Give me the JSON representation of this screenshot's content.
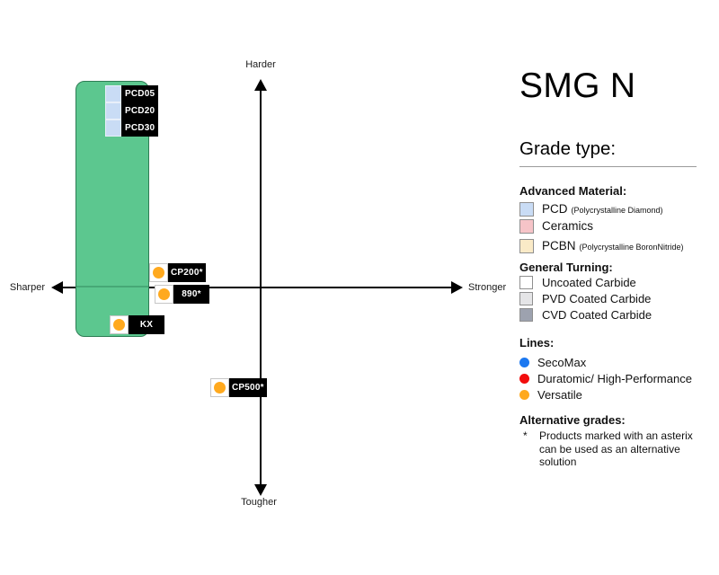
{
  "axis": {
    "top": "Harder",
    "bottom": "Tougher",
    "left": "Sharper",
    "right": "Stronger"
  },
  "grades": {
    "pcd": [
      {
        "label": "PCD05"
      },
      {
        "label": "PCD20"
      },
      {
        "label": "PCD30"
      }
    ],
    "points": [
      {
        "label": "CP200*",
        "line": "Versatile"
      },
      {
        "label": "890*",
        "line": "Versatile"
      },
      {
        "label": "KX",
        "line": "Versatile"
      },
      {
        "label": "CP500*",
        "line": "Versatile"
      }
    ]
  },
  "side_panel": {
    "title": "SMG N",
    "heading": "Grade type:",
    "advanced": {
      "header": "Advanced Material:",
      "items": [
        {
          "label": "PCD",
          "sublabel": "(Polycrystalline Diamond)",
          "color": "#C9DCF5"
        },
        {
          "label": "Ceramics",
          "sublabel": "",
          "color": "#F6C4C8"
        },
        {
          "label": "PCBN",
          "sublabel": "(Polycrystalline BoronNitride)",
          "color": "#FAEAC7"
        }
      ]
    },
    "general": {
      "header": "General Turning:",
      "items": [
        {
          "label": "Uncoated Carbide",
          "color": "#FFFFFF"
        },
        {
          "label": "PVD Coated Carbide",
          "color": "#E5E5E7"
        },
        {
          "label": "CVD Coated Carbide",
          "color": "#9DA2AF"
        }
      ]
    },
    "lines": {
      "header": "Lines:",
      "items": [
        {
          "label": "SecoMax",
          "color": "#1C78F0"
        },
        {
          "label": "Duratomic/ High-Performance",
          "color": "#F20D0D"
        },
        {
          "label": "Versatile",
          "color": "#FFA91E"
        }
      ]
    },
    "alternative": {
      "header": "Alternative grades:",
      "bullet": "*",
      "text": "Products marked with an asterix can be used as an alternative solution"
    }
  },
  "colors": {
    "region": "#5CC78F",
    "region_border": "#2E7D54",
    "grade_label_bg": "#000000",
    "grade_label_text": "#FFFFFF",
    "versatile_dot": "#FFA91E"
  },
  "chart_data": {
    "type": "scatter",
    "title": "SMG N",
    "x_axis": {
      "left_label": "Sharper",
      "right_label": "Stronger"
    },
    "y_axis": {
      "top_label": "Harder",
      "bottom_label": "Tougher"
    },
    "axis_range": {
      "x": [
        -1,
        1
      ],
      "y": [
        -1,
        1
      ]
    },
    "points": [
      {
        "label": "PCD05",
        "grade_type": "PCD (Polycrystalline Diamond)",
        "x": -0.71,
        "y": 0.93
      },
      {
        "label": "PCD20",
        "grade_type": "PCD (Polycrystalline Diamond)",
        "x": -0.71,
        "y": 0.84
      },
      {
        "label": "PCD30",
        "grade_type": "PCD (Polycrystalline Diamond)",
        "x": -0.71,
        "y": 0.76
      },
      {
        "label": "CP200*",
        "line": "Versatile",
        "x": -0.49,
        "y": 0.07
      },
      {
        "label": "890*",
        "line": "Versatile",
        "x": -0.47,
        "y": -0.03
      },
      {
        "label": "KX",
        "line": "Versatile",
        "x": -0.68,
        "y": -0.18
      },
      {
        "label": "CP500*",
        "line": "Versatile",
        "x": -0.19,
        "y": -0.48
      }
    ],
    "region": {
      "shape": "rounded-rect",
      "color": "#5CC78F",
      "x_range": [
        -0.89,
        -0.54
      ],
      "y_range": [
        -0.24,
        0.99
      ]
    },
    "legend_position": "right",
    "grid": false
  }
}
